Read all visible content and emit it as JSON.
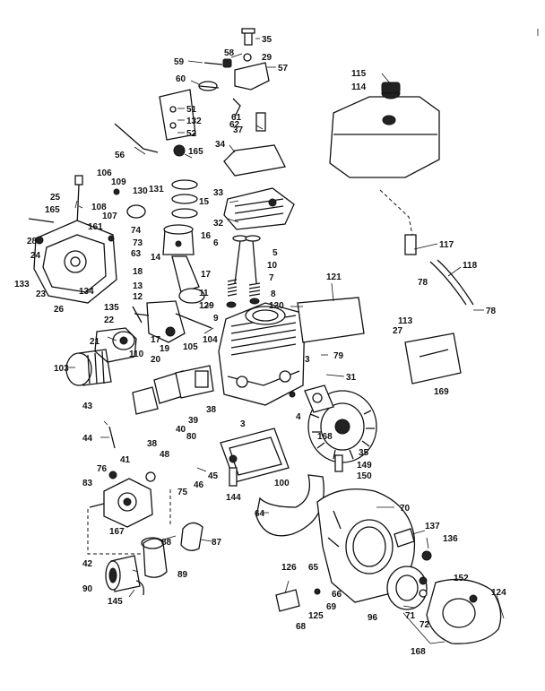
{
  "diagram": {
    "part_labels": [
      "35",
      "59",
      "58",
      "29",
      "57",
      "60",
      "115",
      "114",
      "51",
      "132",
      "61",
      "62",
      "52",
      "37",
      "56",
      "165",
      "34",
      "106",
      "109",
      "130",
      "131",
      "15",
      "33",
      "25",
      "165",
      "108",
      "107",
      "161",
      "74",
      "32",
      "73",
      "63",
      "16",
      "28",
      "24",
      "14",
      "117",
      "6",
      "5",
      "10",
      "18",
      "17",
      "7",
      "78",
      "118",
      "121",
      "133",
      "23",
      "134",
      "135",
      "26",
      "13",
      "12",
      "22",
      "11",
      "129",
      "8",
      "120",
      "9",
      "113",
      "27",
      "78",
      "21",
      "17",
      "19",
      "110",
      "20",
      "105",
      "104",
      "79",
      "103",
      "3",
      "31",
      "169",
      "43",
      "39",
      "40",
      "38",
      "38",
      "4",
      "168",
      "3",
      "35",
      "149",
      "150",
      "44",
      "41",
      "80",
      "48",
      "45",
      "46",
      "144",
      "100",
      "76",
      "83",
      "75",
      "167",
      "64",
      "70",
      "137",
      "136",
      "88",
      "87",
      "42",
      "89",
      "65",
      "126",
      "152",
      "90",
      "66",
      "145",
      "125",
      "69",
      "124",
      "96",
      "71",
      "72",
      "68",
      "168"
    ]
  }
}
